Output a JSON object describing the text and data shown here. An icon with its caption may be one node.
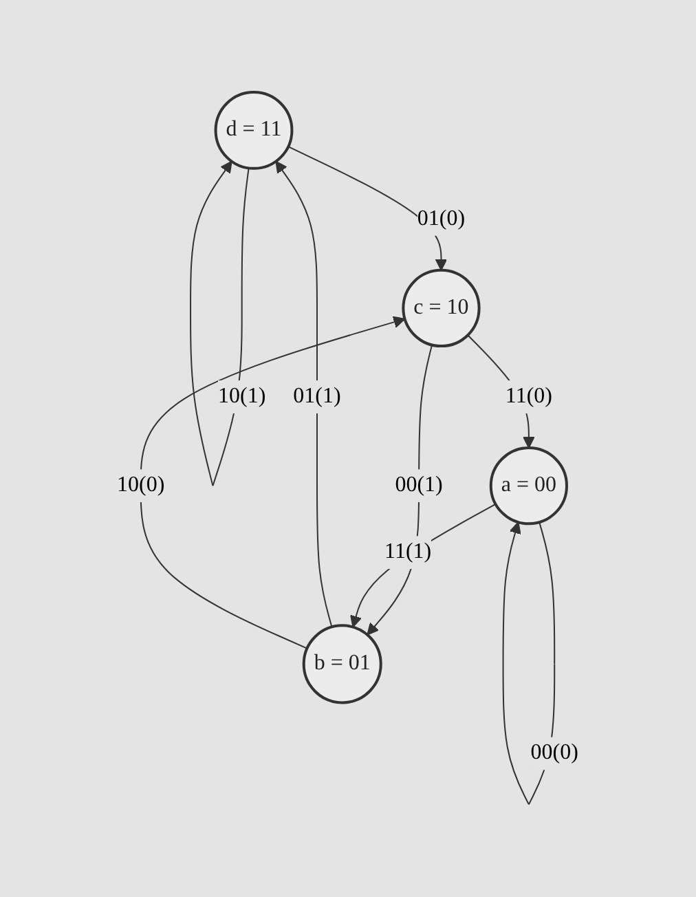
{
  "diagram": {
    "nodes": [
      {
        "text": [
          "d = 11"
        ]
      },
      {
        "text": [
          "b = 01"
        ]
      },
      {
        "text": [
          "c = 10"
        ]
      },
      {
        "text": [
          "a = 00"
        ]
      }
    ],
    "edges": [
      {
        "from": 0,
        "to": 0,
        "arrow": "to",
        "label": "10(1)"
      },
      {
        "from": 1,
        "to": 0,
        "arrow": "to",
        "label": "01(1)"
      },
      {
        "from": 0,
        "to": 2,
        "arrow": "to",
        "label": "01(0)"
      },
      {
        "from": 1,
        "to": 2,
        "arrow": "to",
        "label": "10(0)"
      },
      {
        "from": 2,
        "to": 1,
        "arrow": "to",
        "label": "00(1)"
      },
      {
        "from": 3,
        "to": 1,
        "arrow": "to",
        "label": "11(1)"
      },
      {
        "from": 2,
        "to": 3,
        "arrow": "to",
        "label": "11(0)"
      },
      {
        "from": 3,
        "to": 3,
        "arrow": "to",
        "label": "00(0)"
      }
    ]
  }
}
